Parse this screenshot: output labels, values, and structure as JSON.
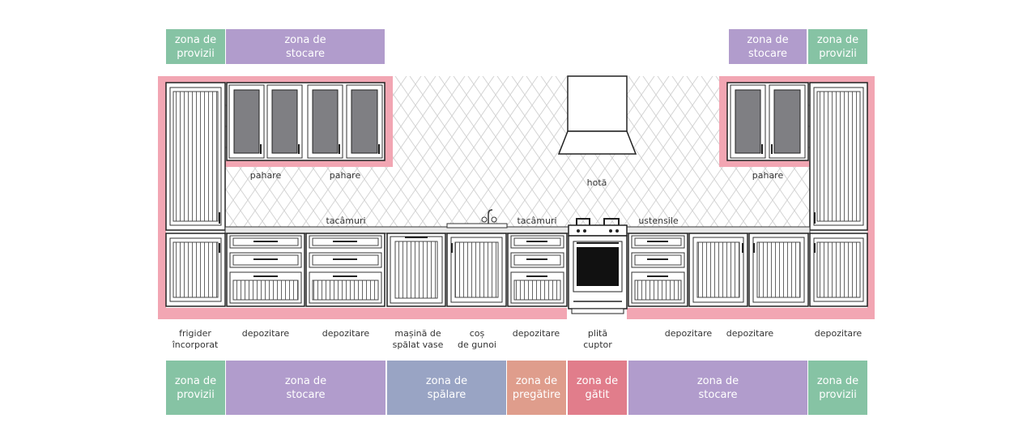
{
  "colors": {
    "provizii": "#86c3a4",
    "stocare": "#b19ccc",
    "spalare": "#99a4c4",
    "pregatire": "#df9d8c",
    "gatit": "#e17d8b",
    "highlight": "#f2a6b3"
  },
  "top_zones": {
    "left_provizii": {
      "line1": "zona de",
      "line2": "provizii"
    },
    "left_stocare": {
      "line1": "zona de",
      "line2": "stocare"
    },
    "right_stocare": {
      "line1": "zona de",
      "line2": "stocare"
    },
    "right_provizii": {
      "line1": "zona de",
      "line2": "provizii"
    }
  },
  "upper_labels": {
    "pahare_1": "pahare",
    "pahare_2": "pahare",
    "pahare_3": "pahare",
    "hota": "hotă",
    "tacamuri_1": "tacâmuri",
    "tacamuri_2": "tacâmuri",
    "ustensile": "ustensile"
  },
  "base_labels": {
    "frigider": {
      "line1": "frigider",
      "line2": "încorporat"
    },
    "depozitare_1": "depozitare",
    "depozitare_2": "depozitare",
    "masina": {
      "line1": "mașină de",
      "line2": "spălat vase"
    },
    "cos": {
      "line1": "coș",
      "line2": "de gunoi"
    },
    "depozitare_3": "depozitare",
    "plita": {
      "line1": "plită",
      "line2": "cuptor"
    },
    "depozitare_4": "depozitare",
    "depozitare_5": "depozitare",
    "depozitare_6": "depozitare"
  },
  "bottom_zones": {
    "provizii_left": {
      "line1": "zona de",
      "line2": "provizii"
    },
    "stocare_left": {
      "line1": "zona de",
      "line2": "stocare"
    },
    "spalare": {
      "line1": "zona de",
      "line2": "spălare"
    },
    "pregatire": {
      "line1": "zona de",
      "line2": "pregătire"
    },
    "gatit": {
      "line1": "zona de",
      "line2": "gătit"
    },
    "stocare_right": {
      "line1": "zona de",
      "line2": "stocare"
    },
    "provizii_right": {
      "line1": "zona de",
      "line2": "provizii"
    }
  }
}
